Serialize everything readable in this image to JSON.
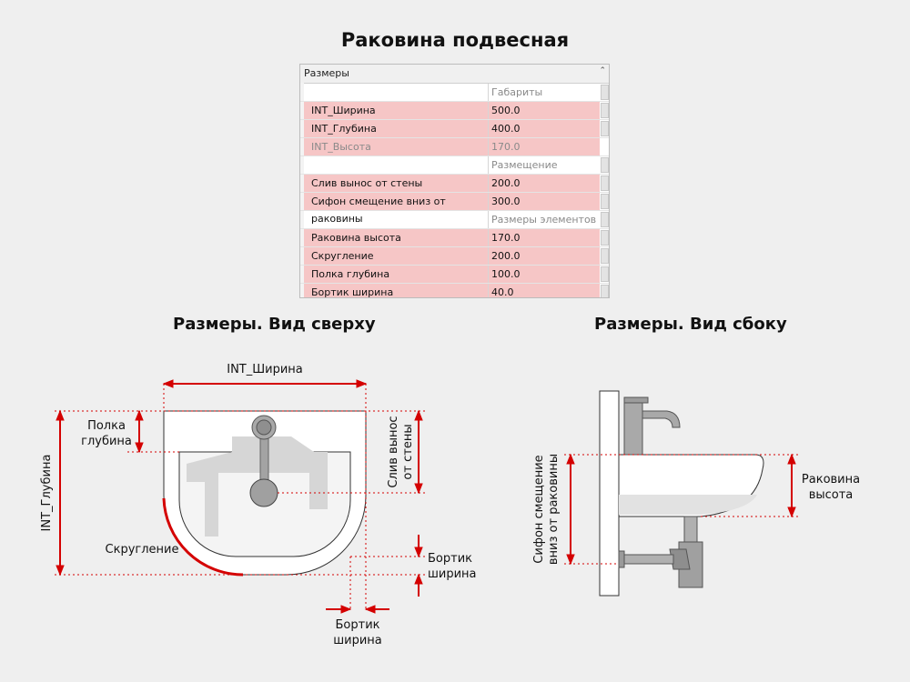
{
  "title": "Раковина подвесная",
  "panel": {
    "header": "Размеры",
    "collapse_glyph": "⌃",
    "rows": [
      {
        "kind": "group",
        "name": "",
        "value": "Габариты"
      },
      {
        "kind": "param",
        "name": "INT_Ширина",
        "value": "500.0"
      },
      {
        "kind": "param",
        "name": "INT_Глубина",
        "value": "400.0"
      },
      {
        "kind": "param-dim",
        "name": "INT_Высота",
        "value": "170.0"
      },
      {
        "kind": "group",
        "name": "",
        "value": "Размещение"
      },
      {
        "kind": "param",
        "name": "Слив вынос от стены",
        "value": "200.0"
      },
      {
        "kind": "param",
        "name": "Сифон смещение вниз от раковины",
        "value": "300.0"
      },
      {
        "kind": "group",
        "name": "",
        "value": "Размеры элементов"
      },
      {
        "kind": "param",
        "name": "Раковина высота",
        "value": "170.0"
      },
      {
        "kind": "param",
        "name": "Скругление",
        "value": "200.0"
      },
      {
        "kind": "param",
        "name": "Полка глубина",
        "value": "100.0"
      },
      {
        "kind": "param",
        "name": "Бортик ширина",
        "value": "40.0"
      }
    ]
  },
  "top_view": {
    "title": "Размеры. Вид сверху",
    "width_label": "INT_Ширина",
    "depth_label": "INT_Глубина",
    "shelf_label_1": "Полка",
    "shelf_label_2": "глубина",
    "drain_label_1": "Слив вынос",
    "drain_label_2": "от стены",
    "rounding_label": "Скругление",
    "rim_right_label_1": "Бортик",
    "rim_right_label_2": "ширина",
    "rim_bottom_label_1": "Бортик",
    "rim_bottom_label_2": "ширина"
  },
  "side_view": {
    "title": "Размеры. Вид сбоку",
    "siphon_label_1": "Сифон смещение",
    "siphon_label_2": "вниз от раковины",
    "height_label_1": "Раковина",
    "height_label_2": "высота"
  },
  "colors": {
    "background": "#efefef",
    "dimension_red": "#d40000",
    "param_row": "#f6c6c6",
    "sink_outline": "#333333",
    "fixture_gray": "#9a9a9a"
  }
}
